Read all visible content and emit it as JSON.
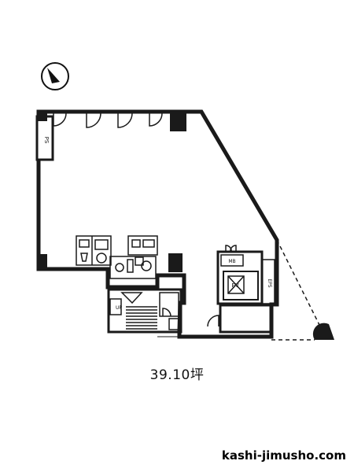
{
  "plan": {
    "area_label": "39.10坪",
    "site_credit": "kashi-jimusho.com",
    "room_labels": {
      "shaft": "PS",
      "eps": "EPS",
      "mailbox": "MB",
      "elevator": "EV",
      "stair": "UP"
    },
    "wall_color": "#1a1a1a",
    "bg_color": "#ffffff"
  }
}
